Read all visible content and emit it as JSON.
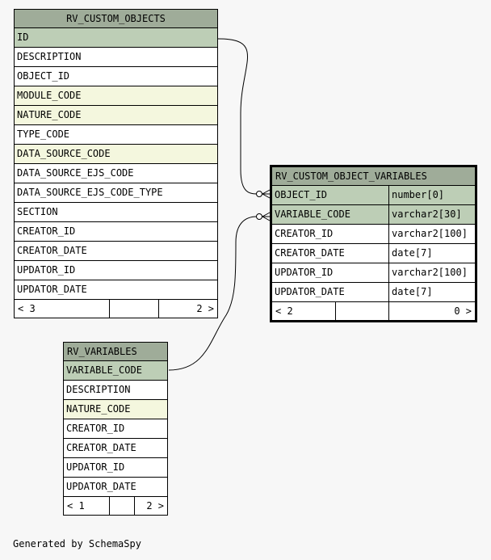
{
  "tables": {
    "rv_custom_objects": {
      "name": "RV_CUSTOM_OBJECTS",
      "columns": [
        {
          "name": "ID",
          "kind": "pk"
        },
        {
          "name": "DESCRIPTION",
          "kind": "plain"
        },
        {
          "name": "OBJECT_ID",
          "kind": "plain"
        },
        {
          "name": "MODULE_CODE",
          "kind": "idx"
        },
        {
          "name": "NATURE_CODE",
          "kind": "idx"
        },
        {
          "name": "TYPE_CODE",
          "kind": "plain"
        },
        {
          "name": "DATA_SOURCE_CODE",
          "kind": "idx"
        },
        {
          "name": "DATA_SOURCE_EJS_CODE",
          "kind": "plain"
        },
        {
          "name": "DATA_SOURCE_EJS_CODE_TYPE",
          "kind": "plain"
        },
        {
          "name": "SECTION",
          "kind": "plain"
        },
        {
          "name": "CREATOR_ID",
          "kind": "plain"
        },
        {
          "name": "CREATOR_DATE",
          "kind": "plain"
        },
        {
          "name": "UPDATOR_ID",
          "kind": "plain"
        },
        {
          "name": "UPDATOR_DATE",
          "kind": "plain"
        }
      ],
      "footer": {
        "parents": "< 3",
        "middle": "",
        "children": "2 >"
      }
    },
    "rv_custom_object_variables": {
      "name": "RV_CUSTOM_OBJECT_VARIABLES",
      "columns": [
        {
          "name": "OBJECT_ID",
          "type": "number[0]",
          "kind": "pk"
        },
        {
          "name": "VARIABLE_CODE",
          "type": "varchar2[30]",
          "kind": "pk"
        },
        {
          "name": "CREATOR_ID",
          "type": "varchar2[100]",
          "kind": "plain"
        },
        {
          "name": "CREATOR_DATE",
          "type": "date[7]",
          "kind": "plain"
        },
        {
          "name": "UPDATOR_ID",
          "type": "varchar2[100]",
          "kind": "plain"
        },
        {
          "name": "UPDATOR_DATE",
          "type": "date[7]",
          "kind": "plain"
        }
      ],
      "footer": {
        "parents": "< 2",
        "middle": "",
        "children": "0 >"
      }
    },
    "rv_variables": {
      "name": "RV_VARIABLES",
      "columns": [
        {
          "name": "VARIABLE_CODE",
          "kind": "pk"
        },
        {
          "name": "DESCRIPTION",
          "kind": "plain"
        },
        {
          "name": "NATURE_CODE",
          "kind": "idx"
        },
        {
          "name": "CREATOR_ID",
          "kind": "plain"
        },
        {
          "name": "CREATOR_DATE",
          "kind": "plain"
        },
        {
          "name": "UPDATOR_ID",
          "kind": "plain"
        },
        {
          "name": "UPDATOR_DATE",
          "kind": "plain"
        }
      ],
      "footer": {
        "parents": "< 1",
        "middle": "",
        "children": "2 >"
      }
    }
  },
  "generated_by": "Generated by SchemaSpy"
}
